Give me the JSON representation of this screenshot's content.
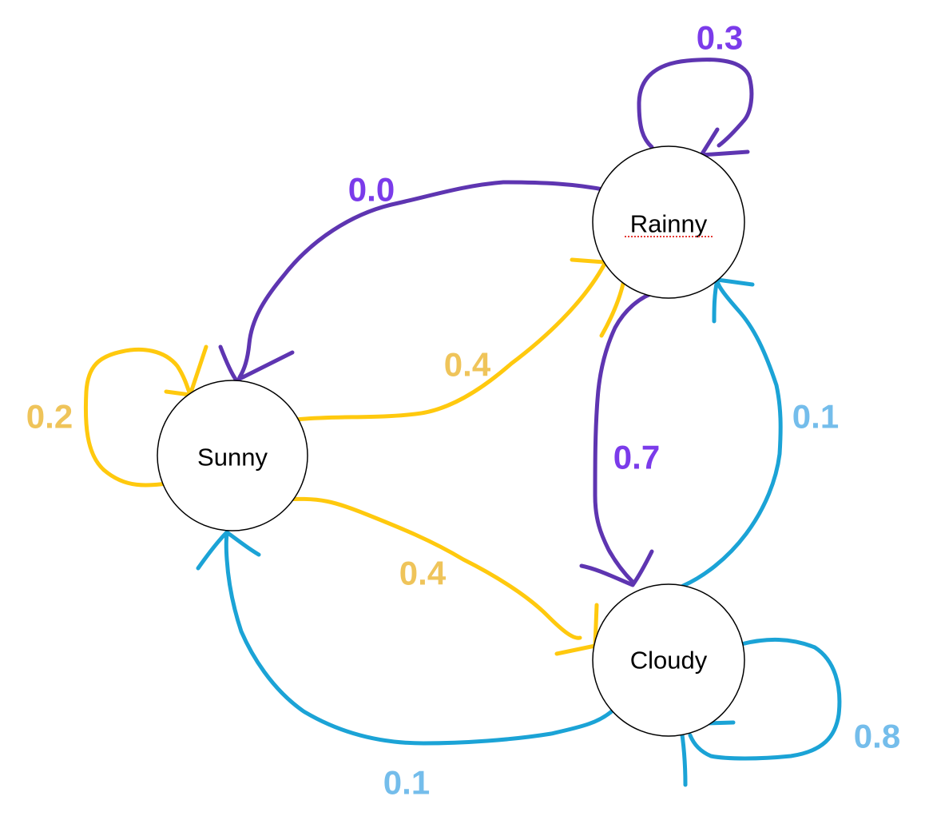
{
  "diagram": {
    "states": {
      "sunny": "Sunny",
      "rainny": "Rainny",
      "cloudy": "Cloudy"
    },
    "transitions": {
      "sunny_to_sunny": "0.2",
      "sunny_to_rainny": "0.4",
      "sunny_to_cloudy": "0.4",
      "rainny_to_rainny": "0.3",
      "rainny_to_sunny": "0.0",
      "rainny_to_cloudy": "0.7",
      "cloudy_to_cloudy": "0.8",
      "cloudy_to_rainny": "0.1",
      "cloudy_to_sunny": "0.1"
    },
    "colors": {
      "sunny_edges": "#FFC90E",
      "sunny_labels": "#EFC45A",
      "rainny_edges": "#5E35B1",
      "rainny_labels": "#7B3BEA",
      "cloudy_edges": "#1BA3D6",
      "cloudy_labels": "#74BDEB"
    }
  }
}
